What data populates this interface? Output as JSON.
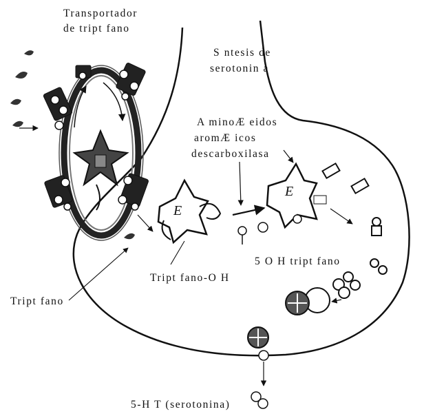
{
  "labels": {
    "transporter_line1": "Transportador",
    "transporter_line2": "de tript fano",
    "synthesis_line1": "S ntesis de",
    "synthesis_line2": "serotonin a",
    "enzyme_line1": "A minoÆ eidos",
    "enzyme_line2": "aromÆ icos",
    "enzyme_line3": "descarboxilasa",
    "tryptophan": "Tript fano",
    "tryptophan_oh": "Tript fano-O H",
    "five_oh_tryptophan": "5 O H tript fano",
    "serotonin": "5-H T (serotonina)",
    "enzyme_letter": "E"
  }
}
